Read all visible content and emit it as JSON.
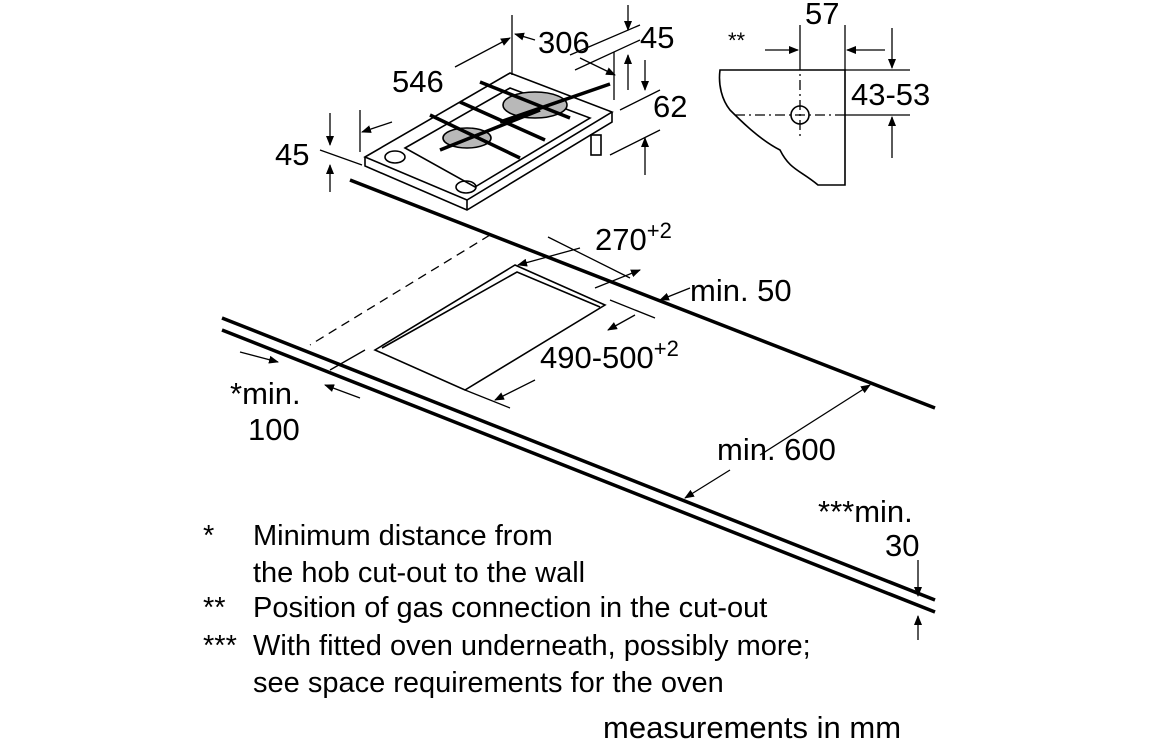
{
  "dimensions": {
    "hob_width": "306",
    "hob_depth": "546",
    "hob_height_above": "45",
    "hob_front_height": "45",
    "hob_total_height": "62",
    "gas_offset": "57",
    "gas_marker": "**",
    "gas_height": "43-53",
    "cutout_width": "270",
    "cutout_width_tol": "+2",
    "cutout_depth": "490-500",
    "cutout_depth_tol": "+2",
    "min_back": "min. 50",
    "min_wall_prefix": "*",
    "min_wall_label": "min.",
    "min_wall_value": "100",
    "min_worktop": "min. 600",
    "min_below_prefix": "***",
    "min_below_label": "min.",
    "min_below_value": "30"
  },
  "notes": [
    {
      "marker": "*",
      "lines": [
        "Minimum distance from",
        "the hob cut-out to the wall"
      ]
    },
    {
      "marker": "**",
      "lines": [
        "Position of gas connection in the cut-out"
      ]
    },
    {
      "marker": "***",
      "lines": [
        "With fitted oven underneath, possibly more;",
        "see space requirements for the oven"
      ]
    }
  ],
  "units_caption": "measurements in mm",
  "colors": {
    "burner": "#b8b8b8",
    "line": "#000000"
  }
}
